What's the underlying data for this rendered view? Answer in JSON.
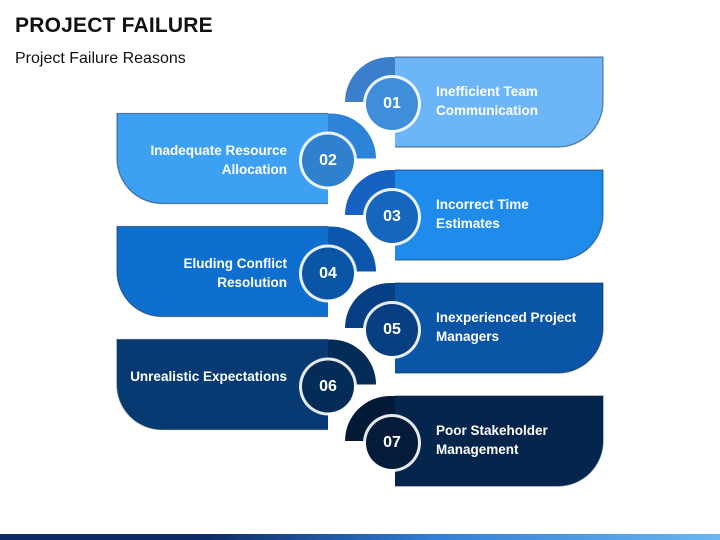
{
  "header": {
    "title": "PROJECT FAILURE",
    "subtitle": "Project Failure Reasons"
  },
  "items": [
    {
      "number": "01",
      "label": "Inefficient Team Communication",
      "side": "right",
      "color": "#6cb5f7",
      "tab": "#3b7fcc",
      "circle": "#3f8edb"
    },
    {
      "number": "02",
      "label": "Inadequate Resource Allocation",
      "side": "left",
      "color": "#3ea0f2",
      "tab": "#2c83d8",
      "circle": "#2f80cf"
    },
    {
      "number": "03",
      "label": "Incorrect Time Estimates",
      "side": "right",
      "color": "#1f8cec",
      "tab": "#1662c2",
      "circle": "#1566bf"
    },
    {
      "number": "04",
      "label": "Eluding Conflict Resolution",
      "side": "left",
      "color": "#0f6fce",
      "tab": "#0c57ad",
      "circle": "#0b55a7"
    },
    {
      "number": "05",
      "label": "Inexperienced Project Managers",
      "side": "right",
      "color": "#0a55a6",
      "tab": "#073f84",
      "circle": "#083f80"
    },
    {
      "number": "06",
      "label": "Unrealistic Expectations",
      "side": "left",
      "color": "#073a72",
      "tab": "#052b57",
      "circle": "#052c57"
    },
    {
      "number": "07",
      "label": "Poor Stakeholder Management",
      "side": "right",
      "color": "#05254d",
      "tab": "#031a37",
      "circle": "#041c3a"
    }
  ],
  "colors": {
    "background": "#ffffff",
    "footer_dark": "#0b2a66",
    "footer_light": "#69b6f2"
  }
}
